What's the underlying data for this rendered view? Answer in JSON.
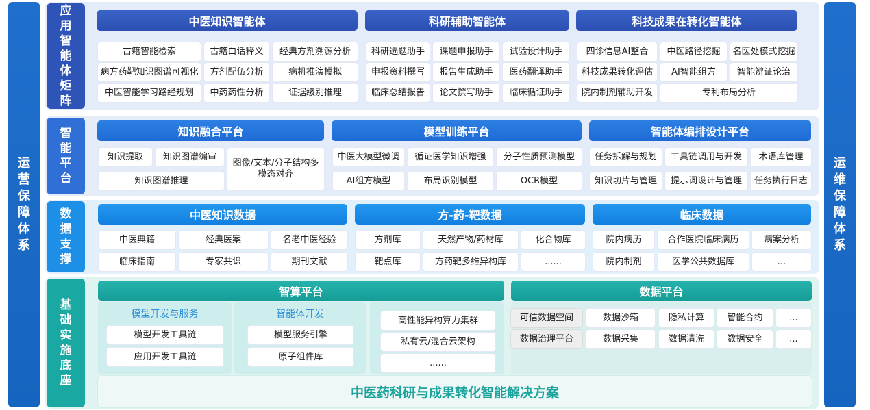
{
  "left_side": "运营保障体系",
  "right_side": "运维保障体系",
  "layers": {
    "app": "应用智能体矩阵",
    "platform": "智能平台",
    "data": "数据支撑",
    "infra": "基础实施底座"
  },
  "app_groups": [
    {
      "title": "中医知识智能体",
      "items": [
        "古籍智能检索",
        "古籍白话释义",
        "经典方剂溯源分析",
        "病方药靶知识图谱可视化",
        "方剂配伍分析",
        "病机推演模拟",
        "中医智能学习路经规划",
        "中药药性分析",
        "证据级别推理"
      ]
    },
    {
      "title": "科研辅助智能体",
      "items": [
        "科研选题助手",
        "课题申报助手",
        "试验设计助手",
        "申报资料撰写",
        "报告生成助手",
        "医药翻译助手",
        "临床总结报告",
        "论文撰写助手",
        "临床循证助手"
      ]
    },
    {
      "title": "科技成果在转化智能体",
      "items": [
        "四诊信息AI整合",
        "中医路径挖掘",
        "名医处模式挖掘",
        "科技成果转化评估",
        "AI智能组方",
        "智能辨证论治",
        "院内制剂辅助开发",
        "专利布局分析"
      ]
    }
  ],
  "platform_groups": [
    {
      "title": "知识融合平台",
      "items": [
        "知识提取",
        "知识图谱编审",
        "图像/文本/分子结构多模态对齐",
        "知识图谱推理"
      ]
    },
    {
      "title": "模型训练平台",
      "items": [
        "中医大模型微调",
        "循证医学知识增强",
        "分子性质预测模型",
        "AI组方模型",
        "布局识别模型",
        "OCR模型"
      ]
    },
    {
      "title": "智能体编排设计平台",
      "items": [
        "任务拆解与规划",
        "工具链调用与开发",
        "术语库管理",
        "知识切片与管理",
        "提示词设计与管理",
        "任务执行日志"
      ]
    }
  ],
  "data_groups": [
    {
      "title": "中医知识数据",
      "items": [
        "中医典籍",
        "经典医案",
        "名老中医经验",
        "临床指南",
        "专家共识",
        "期刊文献"
      ]
    },
    {
      "title": "方-药-靶数据",
      "items": [
        "方剂库",
        "天然产物/药材库",
        "化合物库",
        "靶点库",
        "方药靶多维异构库",
        "......"
      ]
    },
    {
      "title": "临床数据",
      "items": [
        "院内病历",
        "合作医院临床病历",
        "病案分析",
        "院内制剂",
        "医学公共数据库",
        "..."
      ]
    }
  ],
  "infra": {
    "compute_title": "智算平台",
    "model_dev_title": "模型开发与服务",
    "model_dev_items": [
      "模型开发工具链",
      "应用开发工具链"
    ],
    "agent_dev_title": "智能体开发",
    "agent_dev_items": [
      "模型服务引擎",
      "原子组件库"
    ],
    "hw_items": [
      "高性能异构算力集群",
      "私有云/混合云架构",
      "......"
    ],
    "data_platform_title": "数据平台",
    "data_platform_items": [
      "可信数据空间",
      "数据沙箱",
      "隐私计算",
      "智能合约",
      "...",
      "数据治理平台",
      "数据采集",
      "数据清洗",
      "数据安全",
      "..."
    ]
  },
  "solution": "中医药科研与成果转化智能解决方案"
}
